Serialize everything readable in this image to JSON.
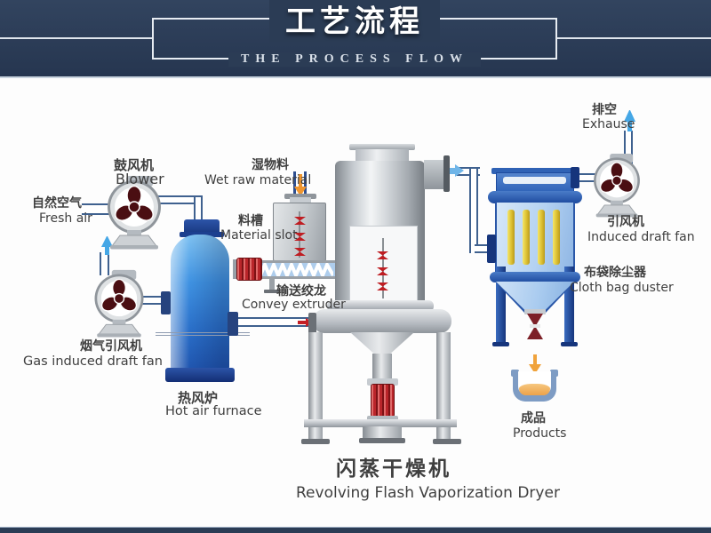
{
  "header": {
    "title_zh": "工艺流程",
    "title_en": "THE PROCESS FLOW"
  },
  "labels": {
    "blower": {
      "zh": "鼓风机",
      "en": "Blower"
    },
    "fresh_air": {
      "zh": "自然空气",
      "en": "Fresh air"
    },
    "gas_fan": {
      "zh": "烟气引风机",
      "en": "Gas induced draft fan"
    },
    "furnace": {
      "zh": "热风炉",
      "en": "Hot air furnace"
    },
    "wet_material": {
      "zh": "湿物料",
      "en": "Wet raw material"
    },
    "material_slot": {
      "zh": "料槽",
      "en": "Material slot"
    },
    "extruder": {
      "zh": "输送绞龙",
      "en": "Convey extruder"
    },
    "dryer": {
      "zh": "闪蒸干燥机",
      "en": "Revolving Flash Vaporization Dryer"
    },
    "duster": {
      "zh": "布袋除尘器",
      "en": "Cloth bag duster"
    },
    "induced_fan": {
      "zh": "引风机",
      "en": "Induced draft fan"
    },
    "exhaust": {
      "zh": "排空",
      "en": "Exhause"
    },
    "products": {
      "zh": "成品",
      "en": "Products"
    }
  },
  "colors": {
    "navy": "#2b3c55",
    "pipe": "#3f618f",
    "flange": "#16357c",
    "text": "#3f3f3f",
    "bead": "#bf1d22",
    "motor_red": "#b9252a",
    "fan_blade": "#4a0e12",
    "furnace_blue_light": "#7fc2f2",
    "furnace_blue_dark": "#1f54ae",
    "duster_body": "#b4d2f2",
    "duster_border": "#2a57a8",
    "bag_yellow": "#e8d44a",
    "arrow_orange": "#f0a33c",
    "arrow_blue": "#45a7e6",
    "arrow_lightblue": "#6fb5e8",
    "arrow_red": "#c41e24"
  }
}
